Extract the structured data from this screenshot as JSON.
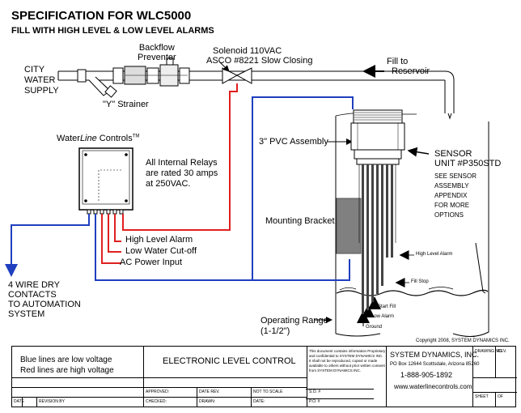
{
  "header": {
    "title": "SPECIFICATION FOR WLC5000",
    "subtitle": "FILL WITH HIGH LEVEL & LOW LEVEL ALARMS"
  },
  "labels": {
    "city_water_supply": [
      "CITY",
      "WATER",
      "SUPPLY"
    ],
    "backflow_preventer": [
      "Backflow",
      "Preventer"
    ],
    "y_strainer": "\"Y\" Strainer",
    "solenoid": [
      "Solenoid 110VAC",
      "ASCO #8221 Slow Closing"
    ],
    "fill_to_reservoir": [
      "Fill to",
      "Reservoir"
    ],
    "waterline_controls": {
      "prefix": "Water",
      "italic": "Line",
      "suffix": " Controls",
      "tm": "TM"
    },
    "relays_note": [
      "All Internal Relays",
      "are rated 30 amps",
      "at 250VAC."
    ],
    "pvc_assembly": "3\" PVC Assembly",
    "sensor_unit": [
      "SENSOR",
      "UNIT  #P350STD"
    ],
    "sensor_appendix": [
      "SEE SENSOR",
      "ASSEMBLY",
      "APPENDIX",
      "FOR MORE",
      "OPTIONS"
    ],
    "mounting_bracket": "Mounting Bracket",
    "high_level_alarm_probe": "High Level Alarm",
    "fill_stop": "Fill Stop",
    "start_fill": "Start Fill",
    "low_alarm": "Low Alarm",
    "ground": "Ground",
    "high_level_alarm": "High Level Alarm",
    "low_water_cutoff": "Low Water Cut-off",
    "ac_power_input": "AC Power Input",
    "dry_contacts": [
      "4 WIRE DRY",
      "CONTACTS",
      "TO AUTOMATION",
      "SYSTEM"
    ],
    "operating_range": [
      "Operating Range",
      "(1-1/2\")"
    ],
    "copyright": "Copyright 2008, SYSTEM DYNAMICS  INC."
  },
  "title_block": {
    "legend_blue": "Blue lines are low voltage",
    "legend_red": "Red lines are high voltage",
    "drawing_title": "ELECTRONIC LEVEL CONTROL",
    "notice": [
      "This document contains information Proprietary",
      "and confidential to SYSTEM DYNAMICS INC.",
      "It shall not be reproduced, copied or made",
      "available to others without prior written consent",
      "from SYSTEM DYNAMICS INC."
    ],
    "company": "SYSTEM DYNAMICS, INC.",
    "address": "PO Box 12644   Scottsdale, Arizona 85260",
    "phone": "1-888-905-1892",
    "website": "www.waterlinecontrols.com",
    "fields": {
      "drawing_no": "DRAWING NO.",
      "rev": "REV.",
      "date": "DATE",
      "revision_by": "REVISION  BY",
      "approved": "APPROVED:",
      "date_rev": "DATE REV.",
      "not_to_scale": "NOT TO SCALE",
      "so": "S.O. #",
      "checked": "CHECKED:",
      "drawn": "DRAWN:",
      "date2": "DATE:",
      "po": "P.O. #",
      "sheet": "SHEET",
      "of": "OF"
    }
  },
  "colors": {
    "low_voltage": "#1f3fbf",
    "high_voltage": "#e02020",
    "bracket": "#808080"
  }
}
